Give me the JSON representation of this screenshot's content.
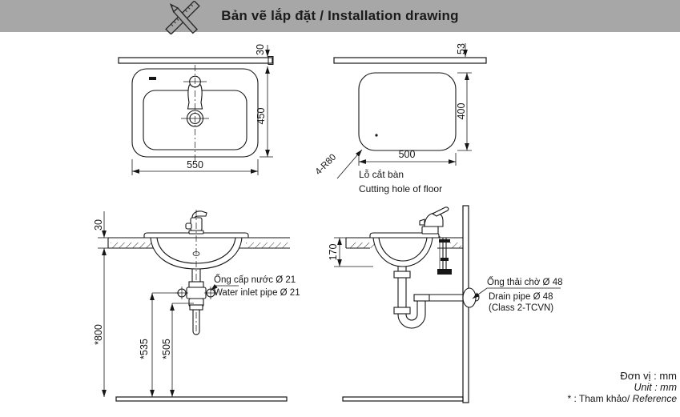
{
  "header": {
    "title": "Bản vẽ lắp đặt / Installation drawing"
  },
  "drawing": {
    "top_view": {
      "dim_counter": "30",
      "dim_depth": "450",
      "dim_width": "550"
    },
    "cutting_hole": {
      "dim_gap": "53",
      "dim_height": "400",
      "dim_width": "500",
      "dim_radius": "4-R80",
      "caption_vi": "Lỗ cắt bàn",
      "caption_en": "Cutting hole of floor"
    },
    "front_view": {
      "dim_counter": "30",
      "dim_floor": "*800",
      "dim_inlet": "*535",
      "dim_drain": "*505",
      "inlet_vi": "Ống cấp nước Ø 21",
      "inlet_en": "Water inlet pipe Ø 21"
    },
    "side_view": {
      "dim_depth": "170",
      "drain_vi": "Ống thải chờ Ø 48",
      "drain_en": "Drain pipe Ø 48",
      "drain_class": "(Class 2-TCVN)"
    }
  },
  "footer": {
    "unit_vi": "Đơn vị : mm",
    "unit_en": "Unit : mm",
    "ref_vi": "* : Tham khảo/ ",
    "ref_en": "Reference"
  },
  "colors": {
    "header_bg": "#a7a7a7",
    "line": "#161616"
  }
}
